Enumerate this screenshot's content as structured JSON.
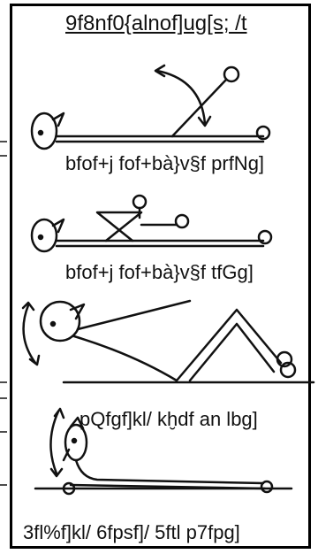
{
  "title": "9f8nf0{alnof]ug[s; /t",
  "exercises": [
    {
      "caption": "bfof+j fof+bà}v§f prfNg]"
    },
    {
      "caption": "bfof+j fof+bà}v§f tfGg]"
    },
    {
      "caption": "pQfgf]kl/ kḫdf an lbg]"
    },
    {
      "caption": "3fl%f]kl/ 6fpsf]/ 5ftl p7fpg]"
    }
  ],
  "colors": {
    "ink": "#111111",
    "background": "#ffffff"
  }
}
